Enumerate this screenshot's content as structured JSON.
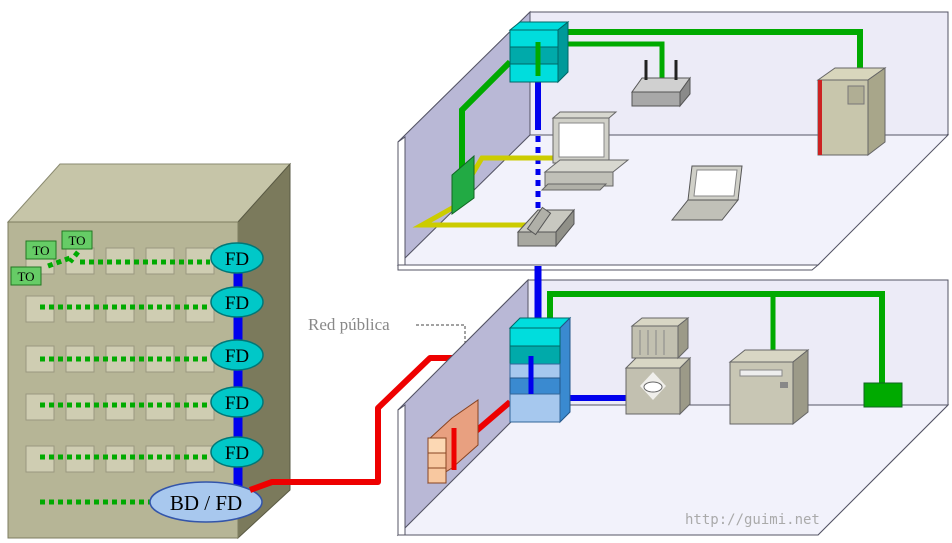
{
  "building": {
    "fd_label": "FD",
    "bdfd_label": "BD / FD",
    "to_labels": [
      "TO",
      "TO",
      "TO"
    ],
    "colors": {
      "backbone": "#0000ee",
      "horizontal": "#00aa00",
      "public": "#ee0000",
      "workarea": "#cccc00",
      "distributor": "#00c8c8"
    }
  },
  "public_network_label": "Red pública",
  "watermark": "http://guimi.net",
  "icons": [
    "rack-icon",
    "wireless-router-icon",
    "server-tower-icon",
    "desktop-computer-icon",
    "ip-phone-icon",
    "laptop-icon",
    "patch-panel-icon",
    "pbx-icon",
    "mainframe-icon",
    "printer-server-icon",
    "wall-outlet-icon",
    "firewall-icon"
  ]
}
